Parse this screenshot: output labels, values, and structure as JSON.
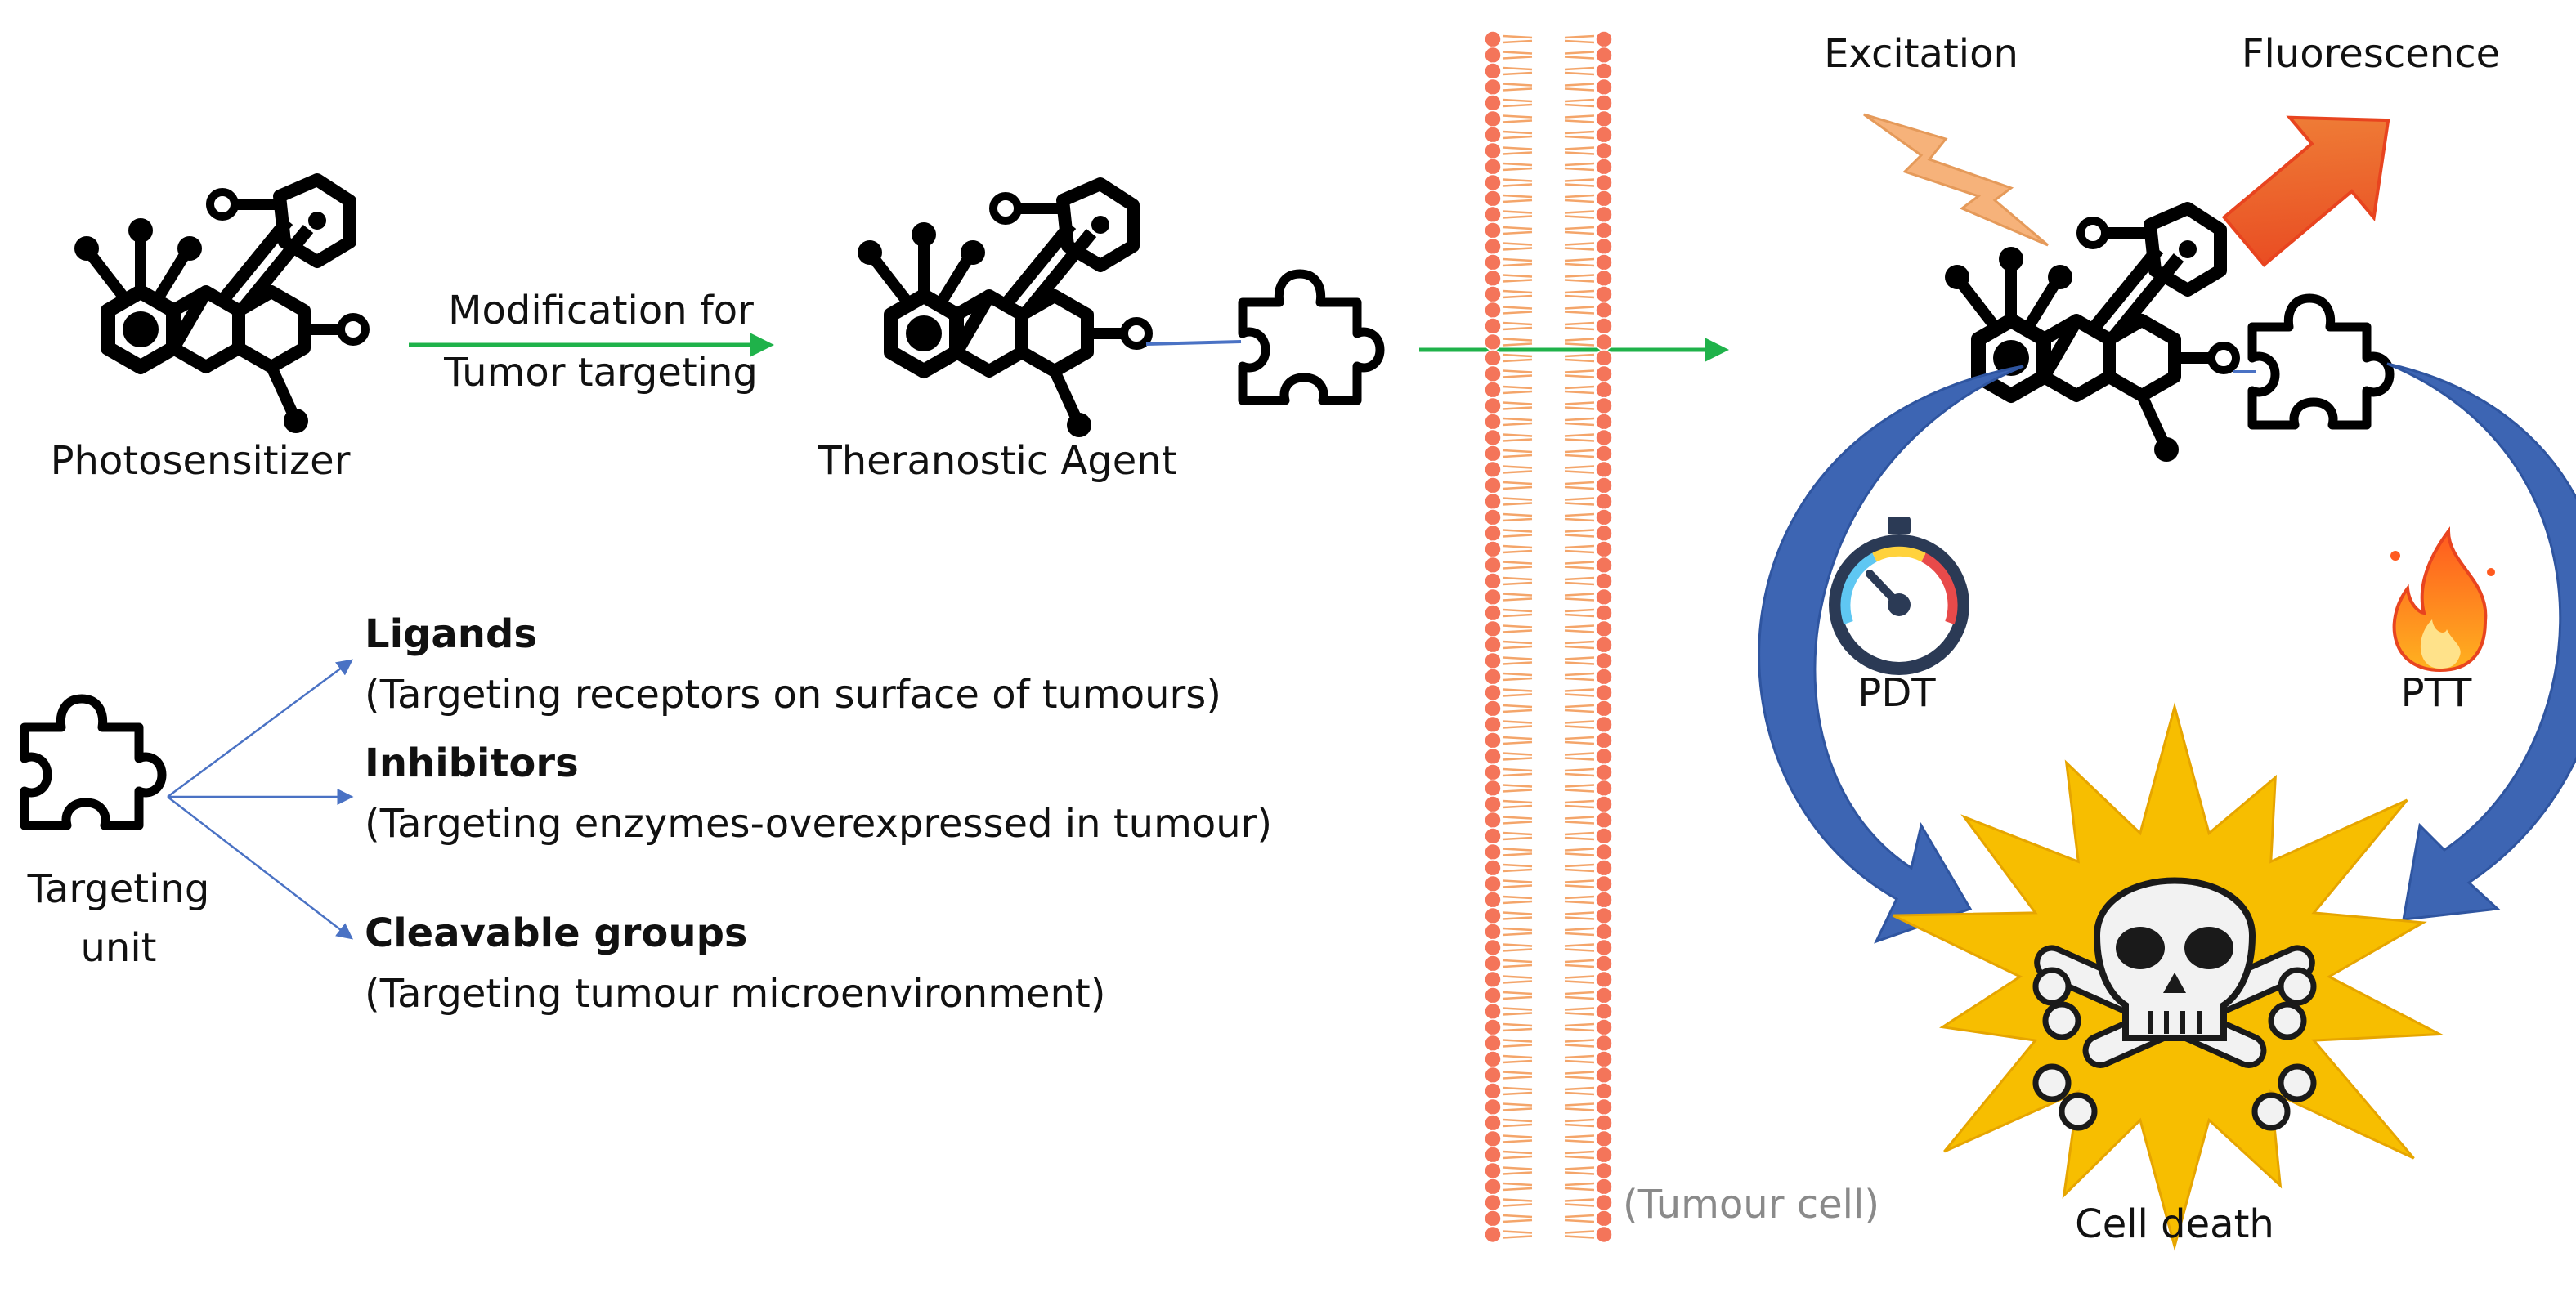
{
  "photosensitizer_label": "Photosensitizer",
  "modification_line1": "Modification for",
  "modification_line2": "Tumor targeting",
  "theranostic_label": "Theranostic Agent",
  "excitation_label": "Excitation",
  "fluorescence_label": "Fluorescence",
  "pdt_label": "PDT",
  "ptt_label": "PTT",
  "cell_death_label": "Cell death",
  "tumour_cell_label": "(Tumour cell)",
  "targeting_unit_line1": "Targeting",
  "targeting_unit_line2": "unit",
  "targets": [
    {
      "title": "Ligands",
      "desc": "(Targeting receptors on surface of tumours)"
    },
    {
      "title": "Inhibitors",
      "desc": "(Targeting enzymes-overexpressed in tumour)"
    },
    {
      "title": "Cleavable groups",
      "desc": "(Targeting tumour microenvironment)"
    }
  ],
  "colors": {
    "green_arrow": "#1fb24a",
    "blue_arrow": "#4a72c4",
    "blue_curve": "#3d65b3",
    "membrane_head": "#f4755a",
    "membrane_tail": "#f4a56a",
    "excitation_bolt": "#f6b27a",
    "fluorescence_arrow": "#e65a2a",
    "explosion": "#f7be00"
  }
}
